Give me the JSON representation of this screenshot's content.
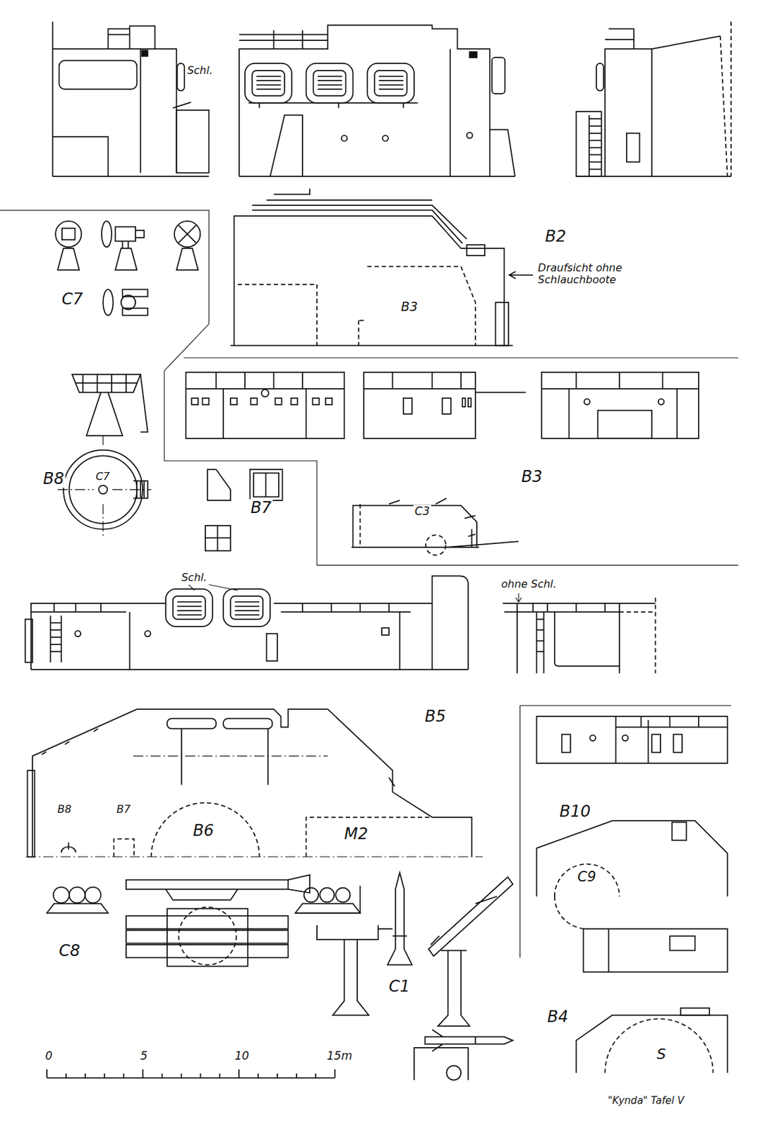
{
  "diagram": {
    "caption": "\"Kynda\" Tafel V",
    "labels": [
      "Schl.",
      "B2",
      "Draufsicht ohne Schlauchboote",
      "B3",
      "C7",
      "B3",
      "C3",
      "B8",
      "C7",
      "B7",
      "Schl.",
      "ohne Schl.",
      "B5",
      "B8",
      "B7",
      "B6",
      "M2",
      "B10",
      "C9",
      "C8",
      "C1",
      "B4",
      "S",
      "0",
      "5",
      "10",
      "15m"
    ]
  }
}
